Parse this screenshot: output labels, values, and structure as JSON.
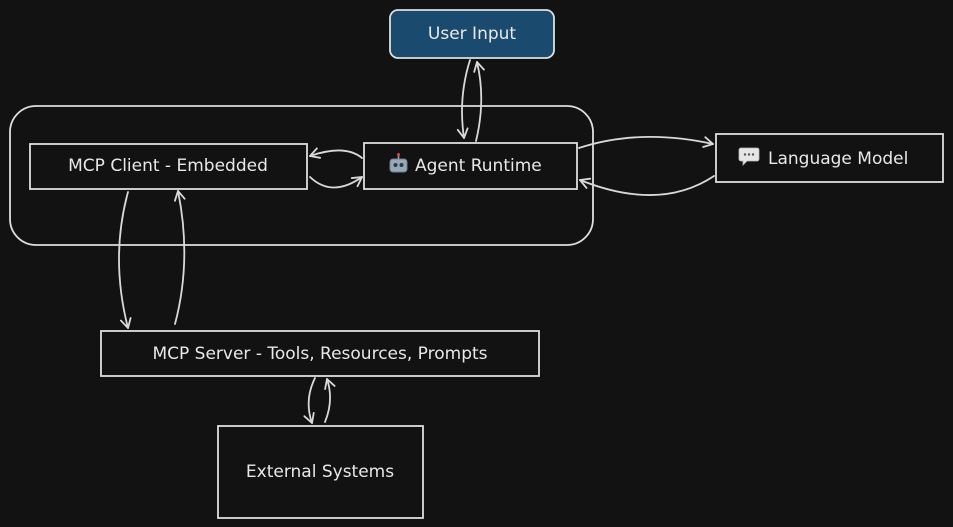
{
  "nodes": {
    "user_input": {
      "label": "User Input",
      "fill": "#1a4a6e"
    },
    "mcp_client": {
      "label": "MCP Client - Embedded"
    },
    "agent_runtime": {
      "label": "Agent Runtime",
      "icon": "robot-icon"
    },
    "language_model": {
      "label": "Language Model",
      "icon": "speech-bubble-icon"
    },
    "mcp_server": {
      "label": "MCP Server - Tools, Resources, Prompts"
    },
    "external_systems": {
      "label": "External Systems"
    }
  },
  "colors": {
    "background": "#121212",
    "stroke": "#dedede",
    "text": "#e8e8e8",
    "accent": "#1a4a6e"
  }
}
